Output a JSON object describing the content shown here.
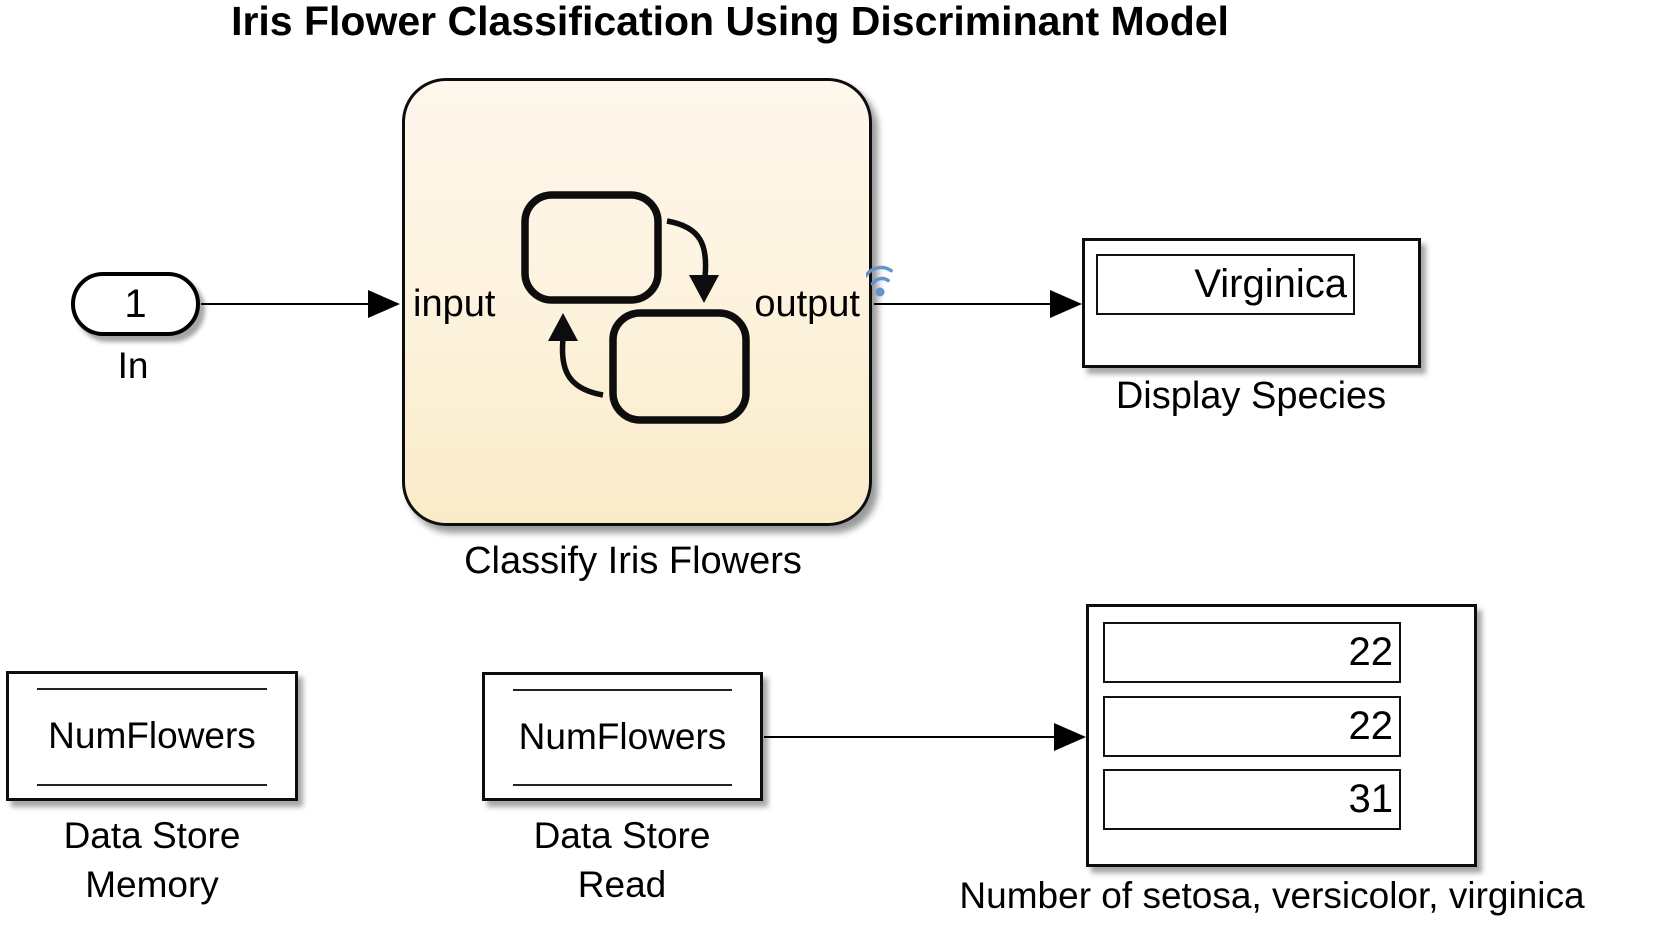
{
  "diagram_title": "Iris Flower Classification Using Discriminant Model",
  "blocks": {
    "inport": {
      "port_number": "1",
      "label": "In"
    },
    "chart": {
      "input_port_label": "input",
      "output_port_label": "output",
      "label": "Classify Iris Flowers"
    },
    "display_species": {
      "value": "Virginica",
      "label": "Display Species"
    },
    "data_store_memory": {
      "store_name": "NumFlowers",
      "label_line1": "Data Store",
      "label_line2": "Memory"
    },
    "data_store_read": {
      "store_name": "NumFlowers",
      "label_line1": "Data Store",
      "label_line2": "Read"
    },
    "display_counts": {
      "values": [
        "22",
        "22",
        "31"
      ],
      "label": "Number of setosa, versicolor, virginica"
    }
  },
  "colors": {
    "background": "#ffffff",
    "chart_fill_top": "#fef7ec",
    "chart_fill_bottom": "#f9ebc8",
    "block_border": "#0d0d0d",
    "signal_line": "#000000",
    "logging_badge_blue": "#6494ce",
    "text": "#000000"
  }
}
